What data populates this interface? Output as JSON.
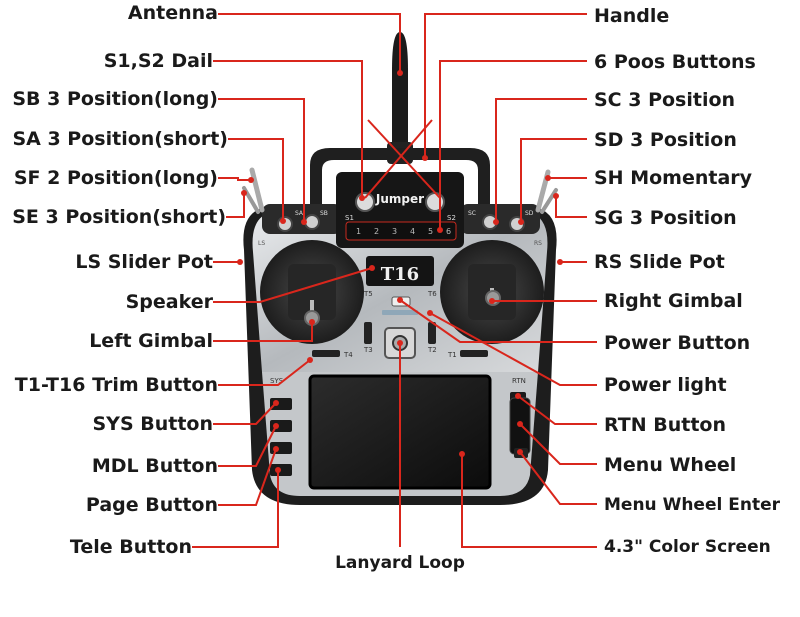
{
  "brand": "Jumper",
  "model": "T16",
  "body_labels": {
    "s1": "S1",
    "s2": "S2",
    "sa": "SA",
    "sb": "SB",
    "sc": "SC",
    "sd": "SD",
    "t1": "T1",
    "t2": "T2",
    "t3": "T3",
    "t4": "T4",
    "t5": "T5",
    "t6": "T6",
    "ls": "LS",
    "rs": "RS",
    "sys": "SYS",
    "rtn": "RTN",
    "pos_buttons": [
      "1",
      "2",
      "3",
      "4",
      "5",
      "6"
    ]
  },
  "callouts": {
    "antenna": "Antenna",
    "handle": "Handle",
    "s1s2_dial": "S1,S2 Dail",
    "six_pos_buttons": "6 Poos Buttons",
    "sb": "SB 3 Position(long)",
    "sc": "SC 3 Position",
    "sa": "SA 3 Position(short)",
    "sd": "SD 3 Position",
    "sf": "SF 2 Position(long)",
    "sh": "SH Momentary",
    "se": "SE 3 Position(short)",
    "sg": "SG 3 Position",
    "ls_slider": "LS Slider Pot",
    "rs_slide": "RS Slide Pot",
    "speaker": "Speaker",
    "right_gimbal": "Right Gimbal",
    "left_gimbal": "Left Gimbal",
    "power_button": "Power Button",
    "trim_button": "T1-T16 Trim Button",
    "power_light": "Power light",
    "sys_button": "SYS Button",
    "rtn_button": "RTN Button",
    "mdl_button": "MDL Button",
    "menu_wheel": "Menu Wheel",
    "page_button": "Page Button",
    "menu_wheel_enter": "Menu Wheel Enter",
    "tele_button": "Tele Button",
    "lanyard_loop": "Lanyard Loop",
    "color_screen": "4.3\" Color Screen"
  },
  "colors": {
    "leader": "#d9261c",
    "body": "#b9bcbf",
    "frame": "#1d1d1d",
    "text": "#1a1a1a"
  }
}
